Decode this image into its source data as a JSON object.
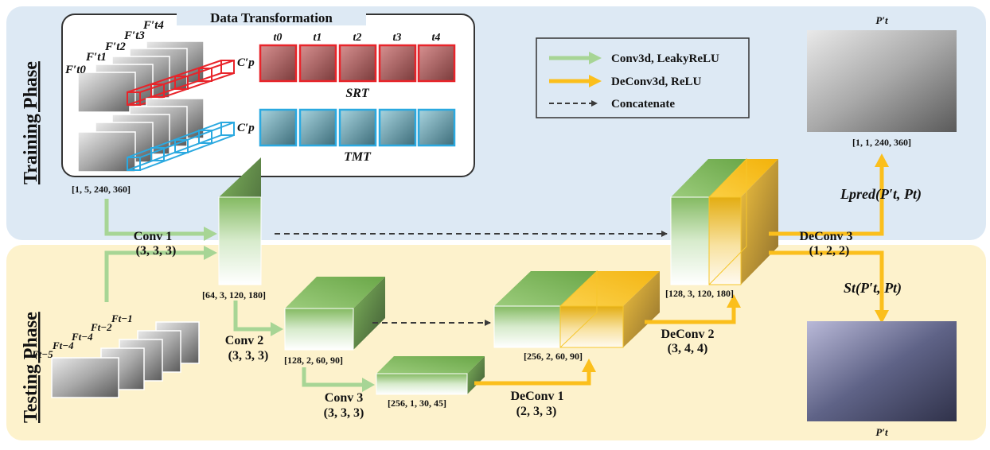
{
  "phases": {
    "training": "Training Phase",
    "testing": "Testing Phase"
  },
  "data_transformation": {
    "title": "Data Transformation",
    "frame_labels": [
      "F′t0",
      "F′t1",
      "F′t2",
      "F′t3",
      "F′t4"
    ],
    "time_labels": [
      "t0",
      "t1",
      "t2",
      "t3",
      "t4"
    ],
    "cp_label": "C′p",
    "srt_label": "SRT",
    "tmt_label": "TMT",
    "input_shape": "[1, 5, 240, 360]"
  },
  "testing_input": {
    "frame_labels": [
      "Ft−5",
      "Ft−4",
      "Ft−4",
      "Ft−2",
      "Ft−1"
    ]
  },
  "legend": {
    "conv_label": "Conv3d, LeakyReLU",
    "deconv_label": "DeConv3d, ReLU",
    "concat_label": "Concatenate"
  },
  "layers": {
    "conv1": {
      "name": "Conv 1",
      "kernel": "(3, 3, 3)",
      "shape": "[64, 3, 120, 180]"
    },
    "conv2": {
      "name": "Conv 2",
      "kernel": "(3, 3, 3)",
      "shape": "[128, 2, 60, 90]"
    },
    "conv3": {
      "name": "Conv 3",
      "kernel": "(3, 3, 3)",
      "shape": "[256, 1, 30, 45]"
    },
    "deconv1": {
      "name": "DeConv 1",
      "kernel": "(2, 3, 3)",
      "shape": "[256, 2, 60, 90]"
    },
    "deconv2": {
      "name": "DeConv 2",
      "kernel": "(3, 4, 4)",
      "shape": "[128, 3, 120, 180]"
    },
    "deconv3": {
      "name": "DeConv 3",
      "kernel": "(1, 2, 2)"
    }
  },
  "outputs": {
    "pred_label_top": "P′t",
    "pred_shape": "[1, 1, 240, 360]",
    "loss_label": "Lpred(P′t, Pt)",
    "score_label": "St(P′t, Pt)",
    "pred_label_bottom": "P′t"
  },
  "colors": {
    "training_bg": "#dde9f4",
    "testing_bg": "#fdf2cc",
    "conv_arrow": "#a7d595",
    "deconv_arrow": "#fbbf1c",
    "cube_green": "#78b154",
    "cube_yellow": "#f6c62c",
    "srt": "#e8242a",
    "tmt": "#2ba9e0"
  }
}
